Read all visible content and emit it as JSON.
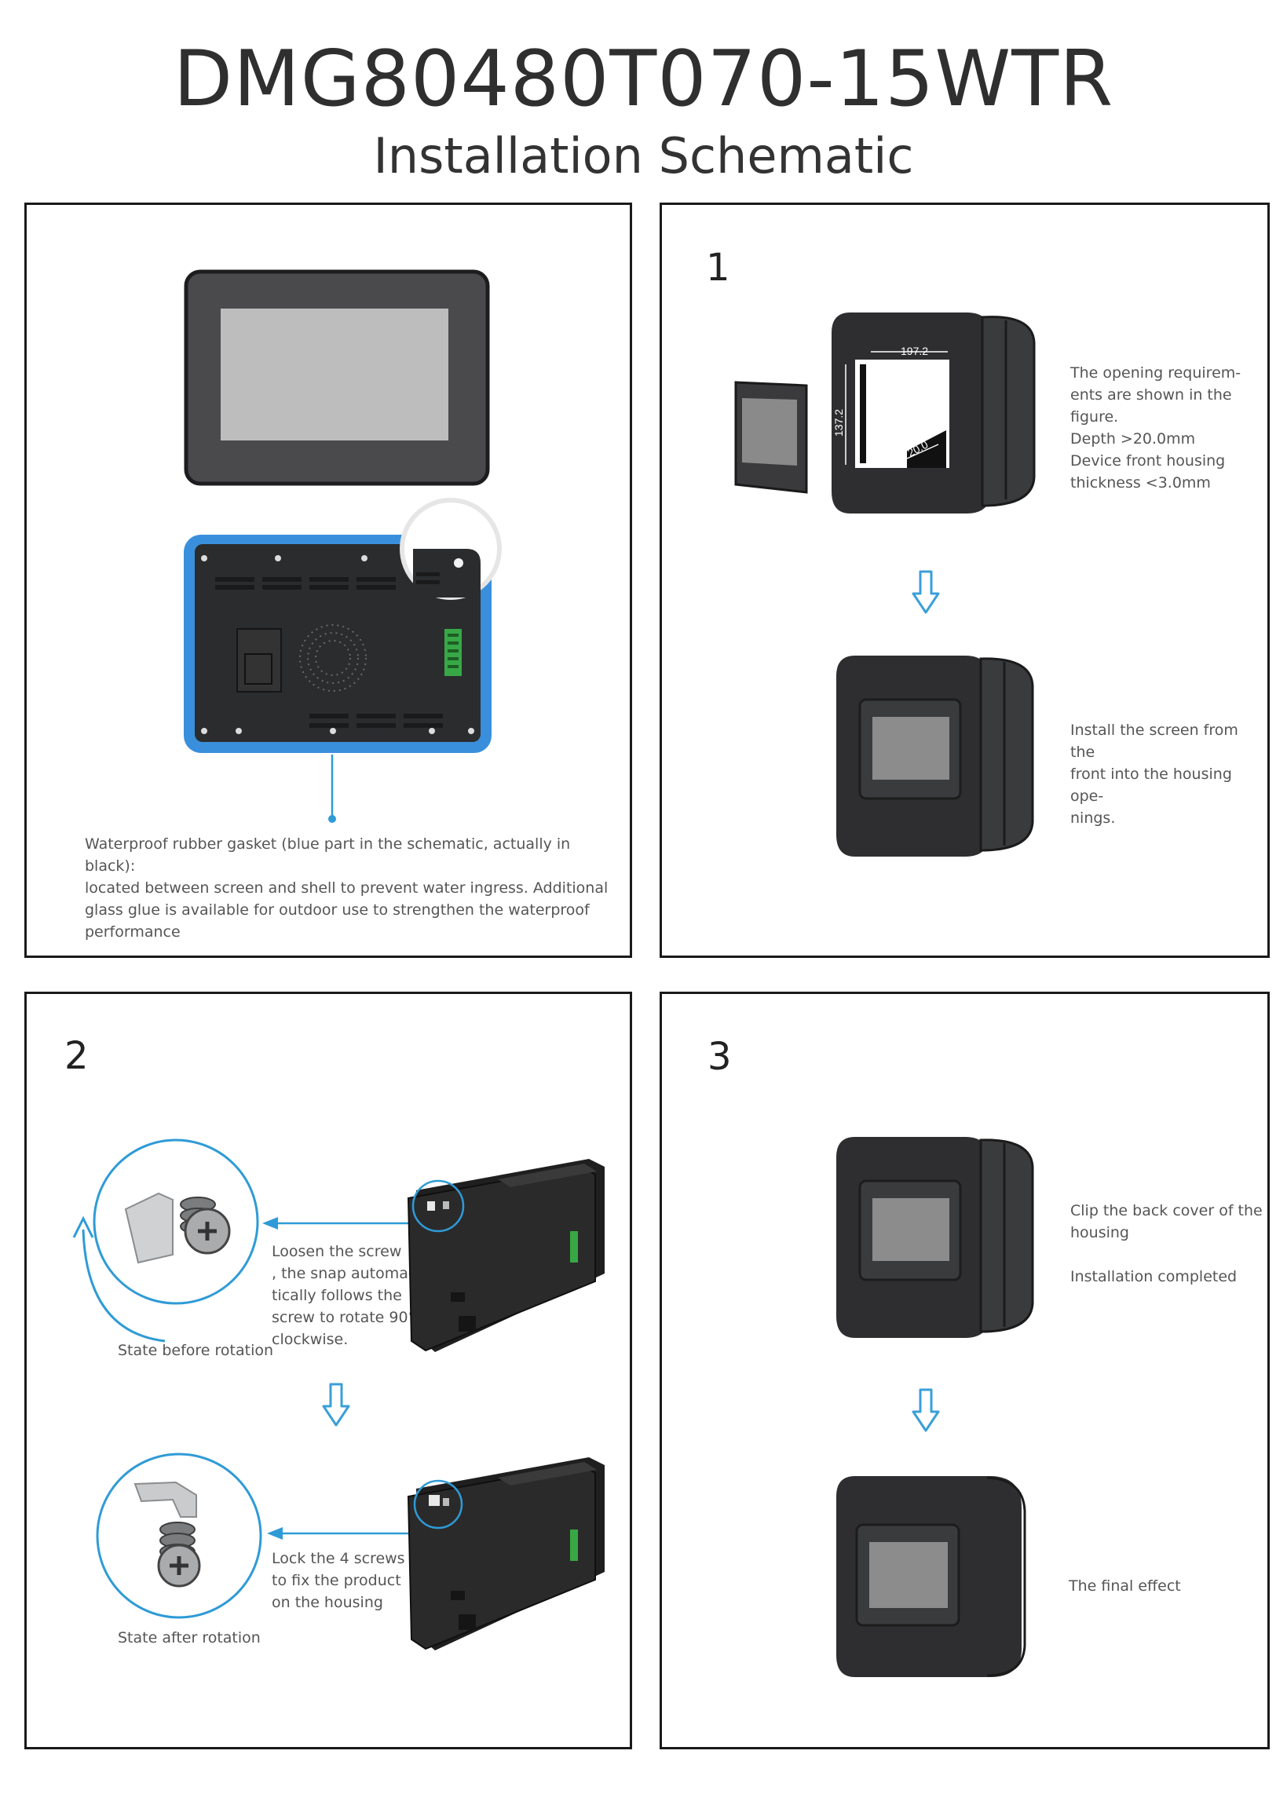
{
  "header": {
    "title": "DMG80480T070-15WTR",
    "subtitle": "Installation Schematic"
  },
  "panel_overview": {
    "gasket_note": [
      "Waterproof rubber gasket (blue part in the schematic, actually in black):",
      "located between screen and shell to prevent water ingress.  Additional",
      "glass glue is available for outdoor use to strengthen the waterproof",
      "performance"
    ]
  },
  "panel_step1": {
    "number": "1",
    "dimensions": {
      "width": "197.2",
      "height": "137.2",
      "depth": "20.0"
    },
    "opening_note": [
      "The opening requirem-",
      "ents are shown in the figure.",
      "Depth >20.0mm",
      "Device front housing",
      "thickness <3.0mm"
    ],
    "install_note": [
      "Install the screen from the",
      " front into the housing ope-",
      "nings."
    ]
  },
  "panel_step2": {
    "number": "2",
    "loosen_note": [
      "Loosen the screw",
      ", the snap automa-",
      "tically follows the",
      "screw to rotate 90°",
      "clockwise."
    ],
    "before_label": "State before rotation",
    "lock_note": [
      "Lock the 4 screws",
      "to fix the product",
      "on the housing"
    ],
    "after_label": "State after rotation"
  },
  "panel_step3": {
    "number": "3",
    "clip_note": [
      "Clip the back cover of the",
      "housing",
      "",
      "Installation completed"
    ],
    "final_label": "The final effect"
  },
  "colors": {
    "accent_blue": "#2f9bd6",
    "gasket_blue": "#3a8fdc",
    "device_dark": "#2e2e30",
    "housing_dark": "#3a3b3d"
  }
}
